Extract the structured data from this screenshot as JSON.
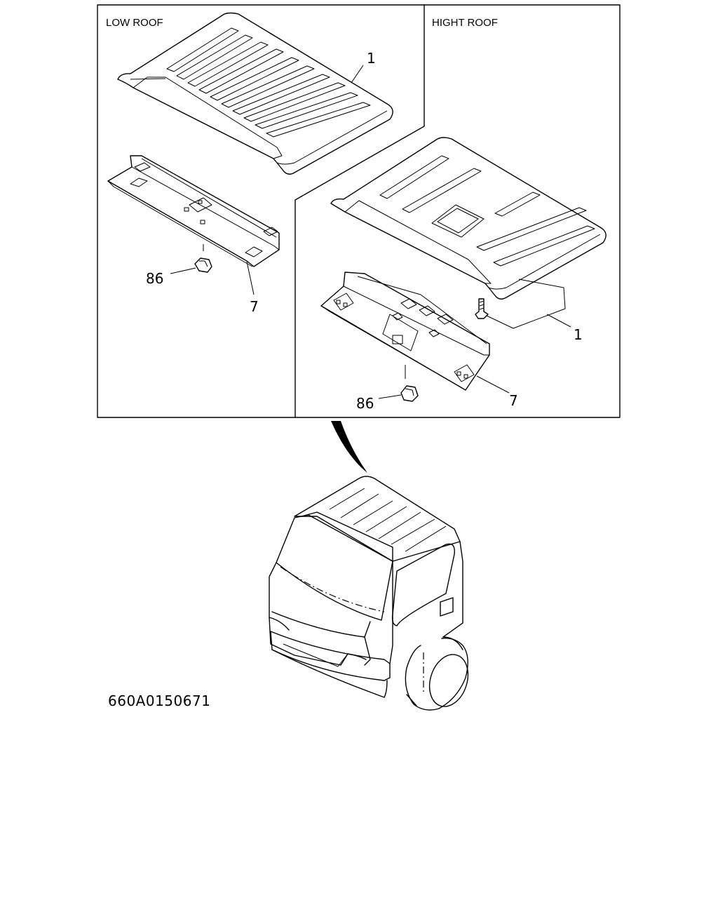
{
  "panels": {
    "low_roof": {
      "title": "LOW ROOF"
    },
    "high_roof": {
      "title": "HIGHT ROOF"
    }
  },
  "callouts": {
    "low_headliner": "1",
    "low_clip": "86",
    "low_bracket": "7",
    "high_headliner": "1",
    "high_clip": "86",
    "high_bracket": "7"
  },
  "figure_code": "660A0150671"
}
